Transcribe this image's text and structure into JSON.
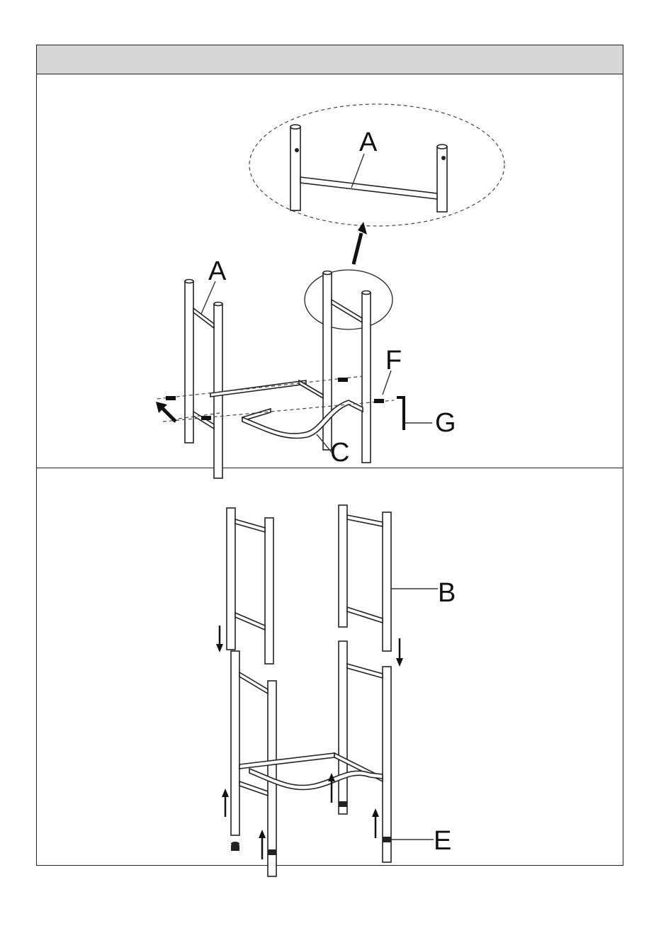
{
  "header": {
    "title": ""
  },
  "step1": {
    "detail_label_a": "A",
    "label_a": "A",
    "label_c": "C",
    "label_f": "F",
    "label_g": "G"
  },
  "step2": {
    "label_b": "B",
    "label_e": "E"
  }
}
